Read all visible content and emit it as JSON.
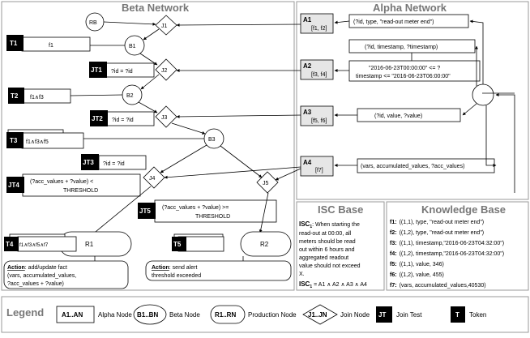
{
  "panels": {
    "beta": "Beta Network",
    "alpha": "Alpha Network",
    "isc": "ISC Base",
    "kb": "Knowledge Base",
    "legend": "Legend"
  },
  "alpha_nodes": [
    {
      "id": "A1",
      "sub": "[f1, f2]",
      "cond": [
        "(?id, type, \"read-out meter end\")"
      ]
    },
    {
      "id": "A2",
      "sub": "[f3, f4]",
      "cond": [
        "\"2016-06-23T00:00:00\" <= ?",
        "timestamp <= \"2016-06-23T06:00:00\""
      ],
      "pre": "(?id, timestamp, ?timestamp)"
    },
    {
      "id": "A3",
      "sub": "[f5, f6]",
      "cond": [
        "(?id, value, ?value)"
      ]
    },
    {
      "id": "A4",
      "sub": "[f7]",
      "cond": [
        "(vars, accumulated_values, ?acc_values)"
      ]
    }
  ],
  "beta_nodes": [
    "RB",
    "B1",
    "B2",
    "B3"
  ],
  "join_nodes": [
    "J1",
    "J2",
    "J3",
    "J4",
    "J5"
  ],
  "join_tests": [
    {
      "id": "JT1",
      "text": [
        "?id = ?id"
      ]
    },
    {
      "id": "JT2",
      "text": [
        "?id = ?id"
      ]
    },
    {
      "id": "JT3",
      "text": [
        "?id = ?id"
      ]
    },
    {
      "id": "JT4",
      "text": [
        "(?acc_values + ?value) <",
        "THRESHOLD"
      ]
    },
    {
      "id": "JT5",
      "text": [
        "(?acc_values + ?value) >=",
        "THRESHOLD"
      ]
    }
  ],
  "tokens": [
    {
      "id": "T1",
      "text": "f1"
    },
    {
      "id": "T2",
      "text": "f1∧f3"
    },
    {
      "id": "T3",
      "text": "f1∧f3∧f5"
    },
    {
      "id": "T4",
      "text": "f1∧f3∧f5∧f7"
    },
    {
      "id": "T5",
      "text": ""
    }
  ],
  "productions": [
    {
      "id": "R1",
      "action_label": "Action",
      "action_rest": ": add/update fact",
      "action_lines": [
        "(vars, accumulated_values,",
        "?acc_values + ?value)"
      ]
    },
    {
      "id": "R2",
      "action_label": "Action",
      "action_rest": ": send alert",
      "action_lines": [
        "threshold exceeded"
      ]
    }
  ],
  "isc": {
    "label": "ISC",
    "sub": "1",
    "text_first": ": When starting the",
    "lines": [
      "read-out at 00:00, all",
      "meters should be read",
      "out within 6 hours and",
      "aggregated readout",
      "value should not exceed",
      "X."
    ],
    "formula": "= A1 ∧ A2 ∧ A3 ∧ A4"
  },
  "kb": [
    {
      "id": "f1:",
      "text": "((1,1), type, \"read-out meter end\")"
    },
    {
      "id": "f2:",
      "text": "((1,2), type, \"read-out meter end\")"
    },
    {
      "id": "f3:",
      "text": "((1,1), timestamp,\"2016-06-23T04:32:00\")"
    },
    {
      "id": "f4:",
      "text": "((1,2), timestamp,\"2016-06-23T04:32:00\")"
    },
    {
      "id": "f5:",
      "text": "((1,1), value, 346)"
    },
    {
      "id": "f6:",
      "text": "((1,2), value, 455)"
    },
    {
      "id": "f7:",
      "text": "(vars, accumulated_values,40530)"
    }
  ],
  "legend_items": [
    {
      "sym": "A1..AN",
      "label": "Alpha Node"
    },
    {
      "sym": "B1..BN",
      "label": "Beta Node"
    },
    {
      "sym": "R1..RN",
      "label": "Production Node"
    },
    {
      "sym": "J1..JN",
      "label": "Join Node"
    },
    {
      "sym": "JT",
      "label": "Join Test"
    },
    {
      "sym": "T",
      "label": "Token"
    }
  ]
}
